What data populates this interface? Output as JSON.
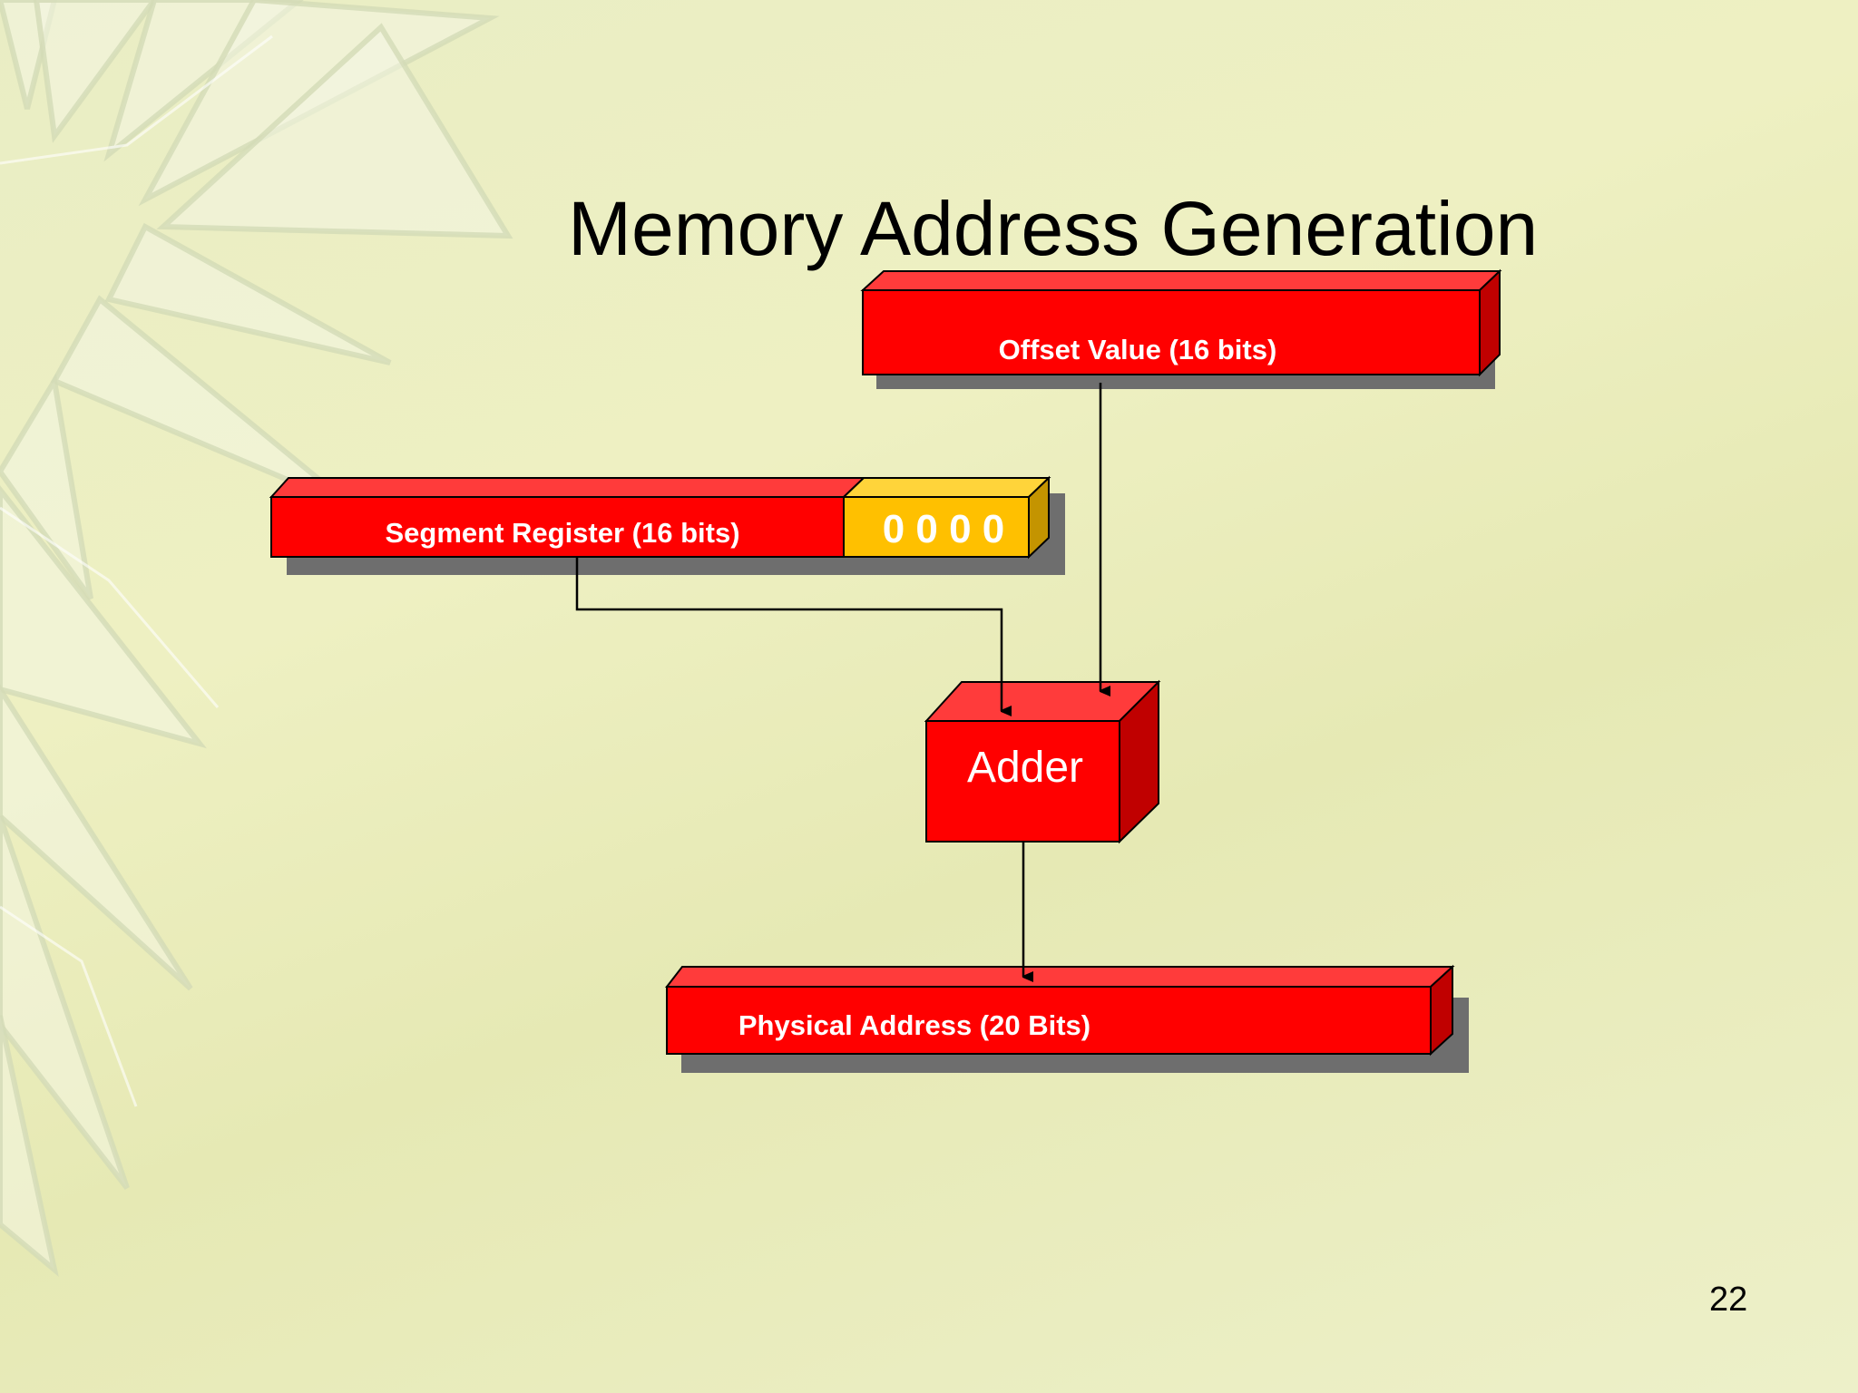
{
  "slide": {
    "title": "Memory Address Generation",
    "page_number": "22"
  },
  "diagram": {
    "offset_box": "Offset Value (16 bits)",
    "segment_box": "Segment Register (16 bits)",
    "zero_pad": "0 0 0 0",
    "adder": "Adder",
    "physical_box": "Physical Address (20 Bits)"
  },
  "colors": {
    "box_red": "#ff0000",
    "box_red_top": "#ff3b3b",
    "box_red_side": "#c00000",
    "zero_pad_fill": "#ffc000",
    "zero_pad_top": "#ffd43a",
    "zero_pad_side": "#c49400",
    "shadow": "#6e6e6e"
  }
}
